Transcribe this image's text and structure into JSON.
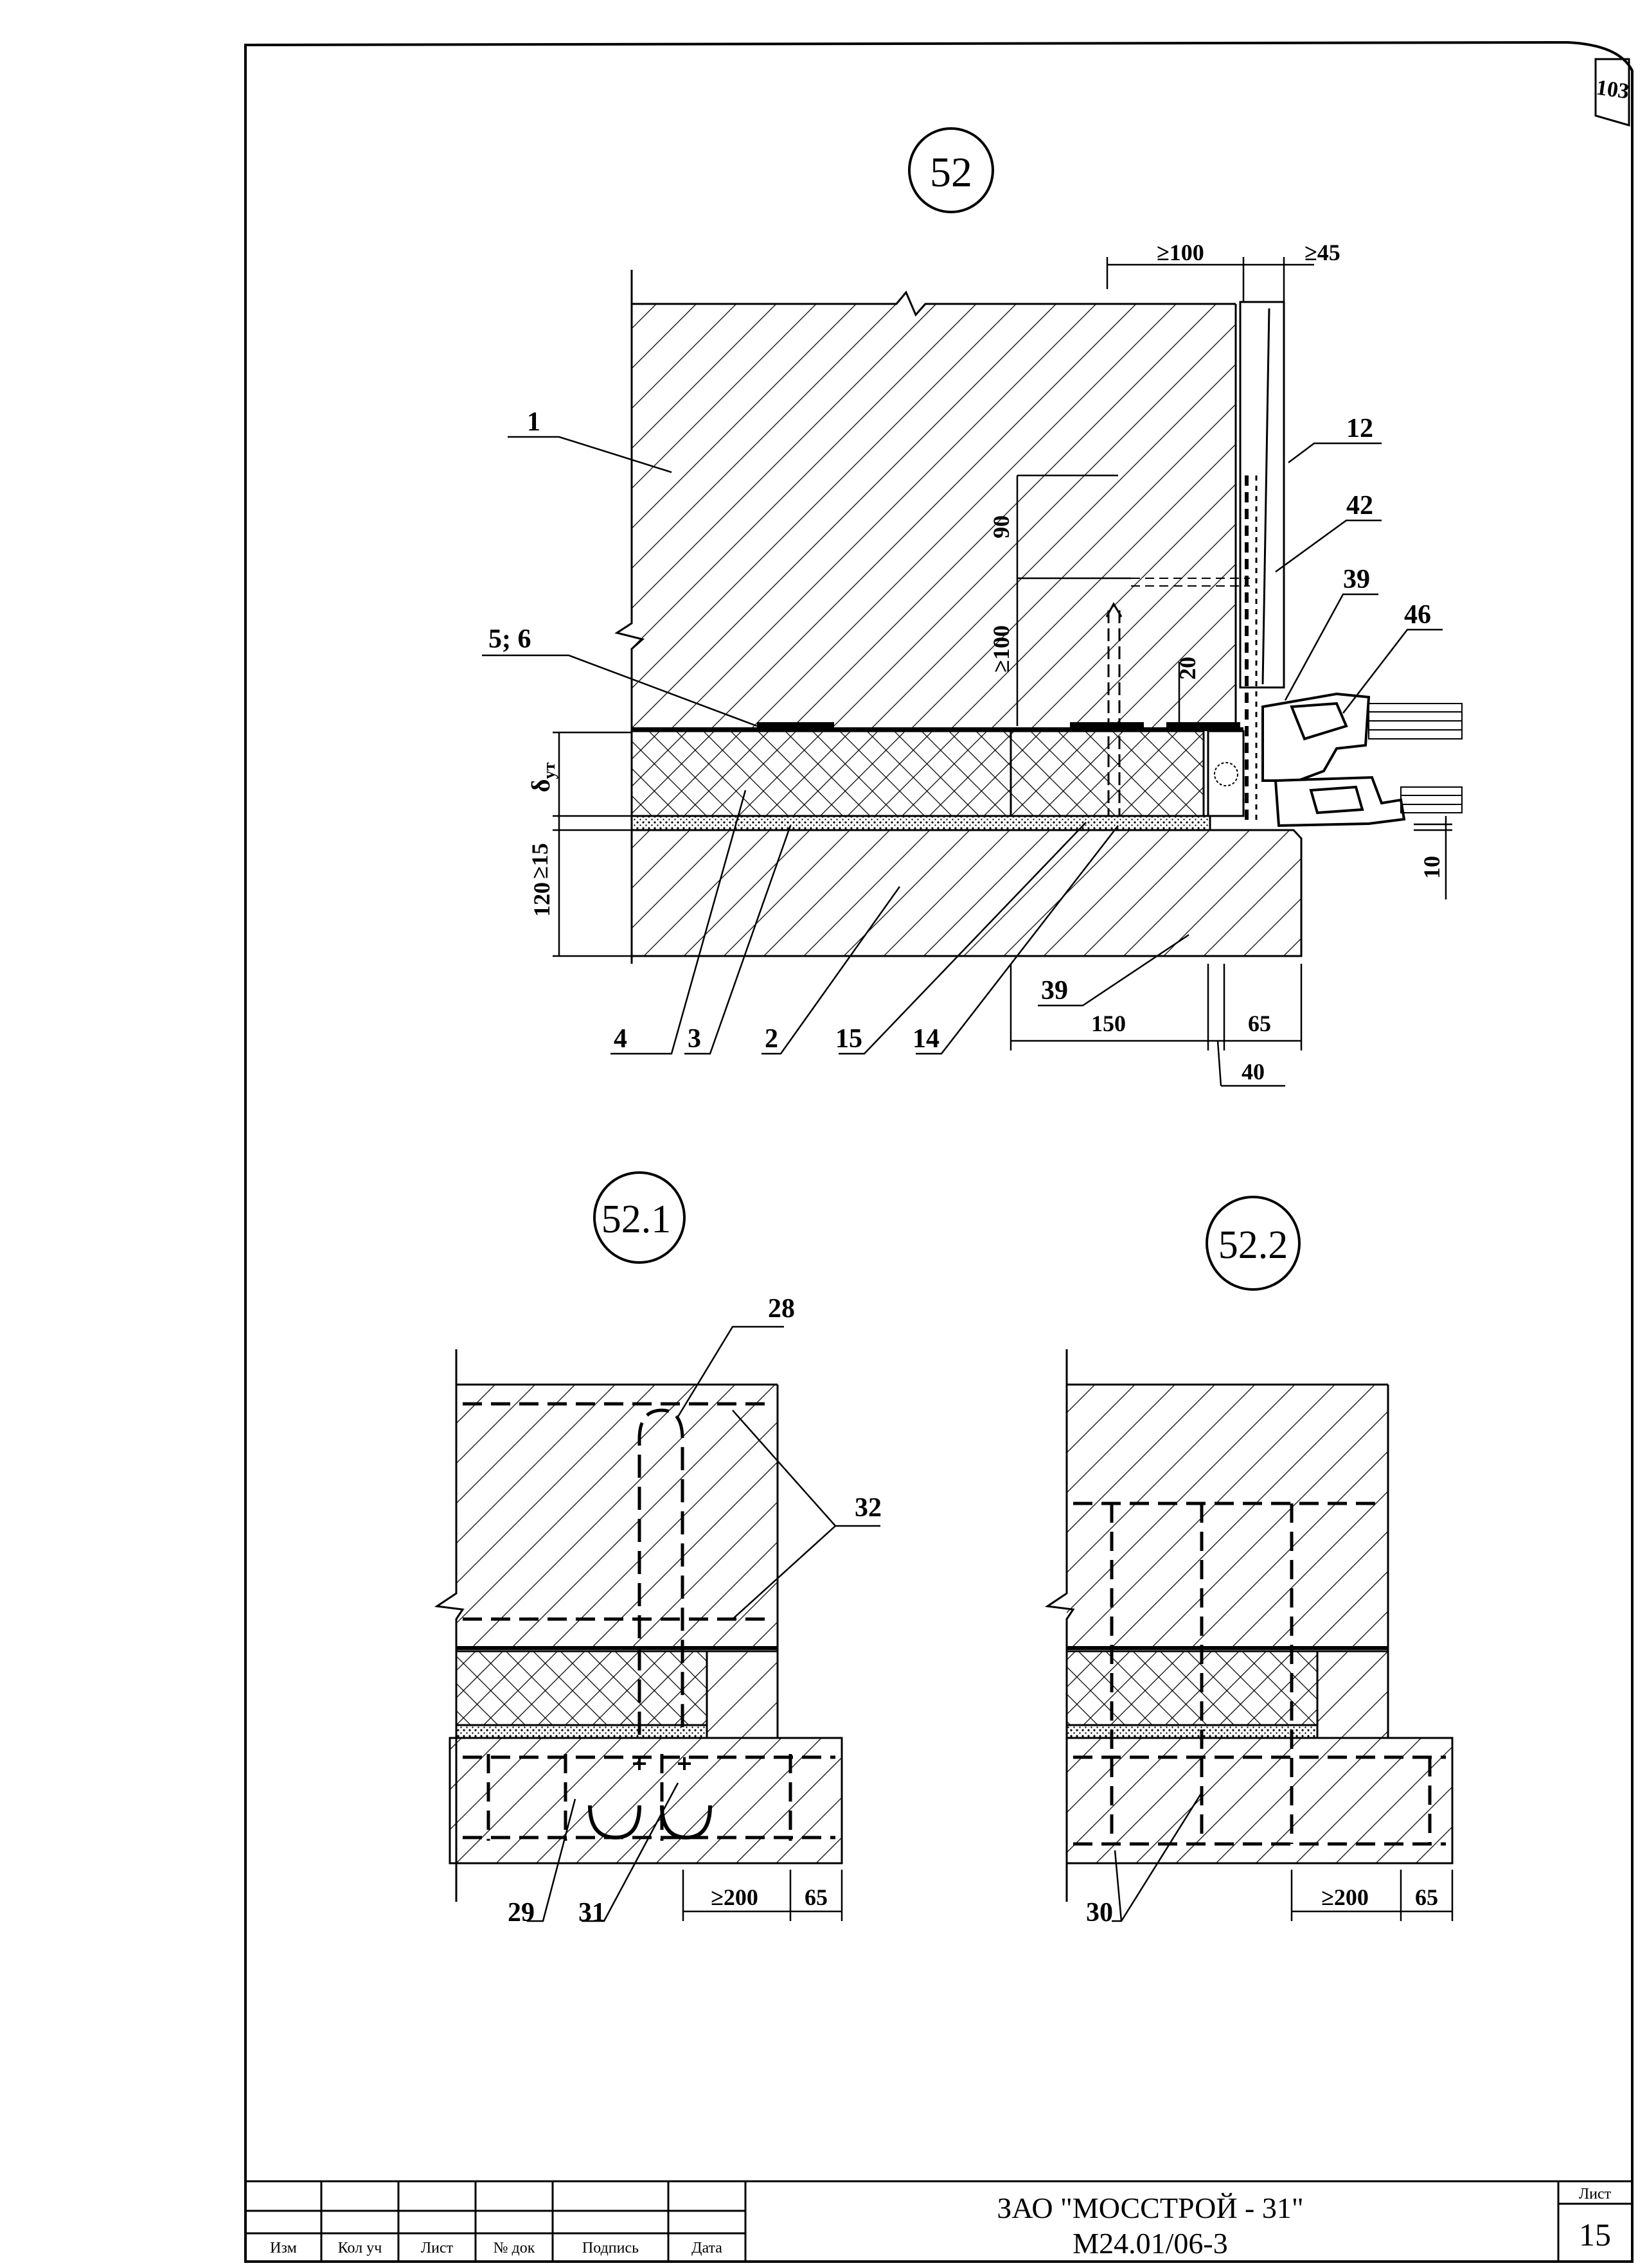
{
  "sheet": {
    "corner_number": "103",
    "company": "ЗАО \"МОССТРОЙ - 31\"",
    "doc_code": "М24.01/06-3",
    "sheet_label": "Лист",
    "sheet_number": "15",
    "stamp_headers": [
      "Изм",
      "Кол уч",
      "Лист",
      "№ док",
      "Подпись",
      "Дата"
    ]
  },
  "detail_52": {
    "title": "52",
    "dims": {
      "d_ge100": "≥100",
      "d_ge45": "≥45",
      "d_90": "90",
      "d_ge100v": "≥100",
      "d_20": "20",
      "d_dut": "δ",
      "d_dut_sub": "ут",
      "d_ge15": "≥15",
      "d_120": "120",
      "d_150": "150",
      "d_65": "65",
      "d_40": "40",
      "d_10": "10"
    },
    "callouts": {
      "c1": "1",
      "c12": "12",
      "c42": "42",
      "c39a": "39",
      "c46": "46",
      "c56": "5; 6",
      "c4": "4",
      "c3": "3",
      "c2": "2",
      "c15": "15",
      "c14": "14",
      "c39b": "39"
    }
  },
  "detail_52_1": {
    "title": "52.1",
    "callouts": {
      "c28": "28",
      "c32": "32",
      "c29": "29",
      "c31": "31"
    },
    "dims": {
      "d_ge200": "≥200",
      "d_65": "65"
    }
  },
  "detail_52_2": {
    "title": "52.2",
    "callouts": {
      "c30": "30"
    },
    "dims": {
      "d_ge200": "≥200",
      "d_65": "65"
    }
  }
}
